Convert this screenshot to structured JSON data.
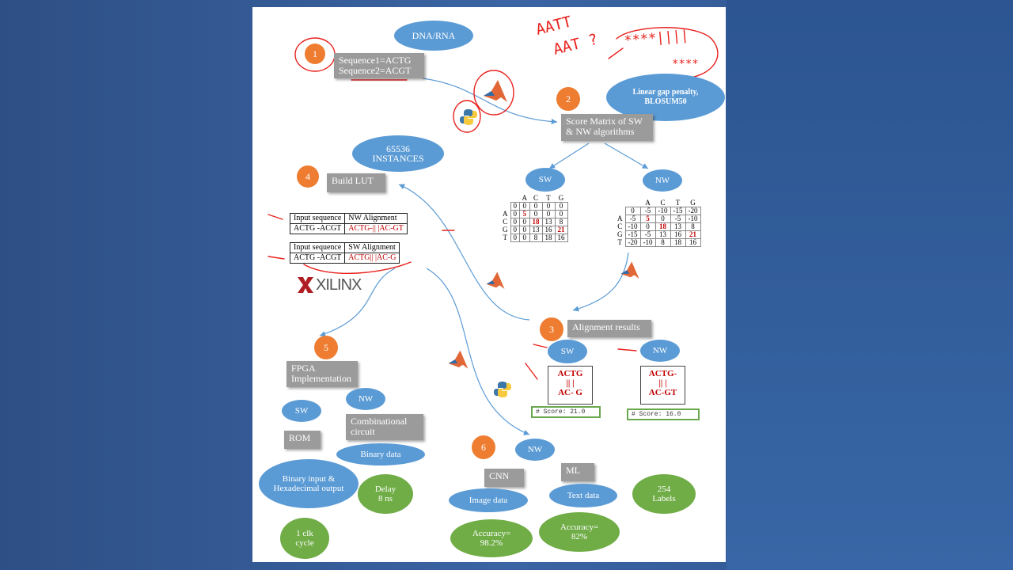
{
  "colors": {
    "orange": "#ee7d31",
    "blue": "#5b9bd5",
    "green": "#70ad47",
    "gray": "#9b9b9b",
    "red": "#c00000",
    "ink": "#e8231f"
  },
  "steps": {
    "s1": "1",
    "s2": "2",
    "s3": "3",
    "s4": "4",
    "s5": "5",
    "s6": "6"
  },
  "top": {
    "dna": "DNA/RNA",
    "seq1": "Sequence1=ACTG",
    "seq2": "Sequence2=ACGT",
    "penalty": "Linear gap penalty,",
    "blosum": "BLOSUM50",
    "score_matrix": "Score Matrix of SW & NW algorithms"
  },
  "lut": {
    "instances_count": "65536",
    "instances_label": "INSTANCES",
    "build": "Build LUT"
  },
  "nw_table": {
    "h1": "Input sequence",
    "h2": "NW Alignment",
    "c1": "ACTG -ACGT",
    "c2": "ACTG-|| |AC-GT"
  },
  "sw_table": {
    "h1": "Input sequence",
    "h2": "SW Alignment",
    "c1": "ACTG -ACGT",
    "c2": "ACTG|| |AC-G"
  },
  "logo": "XILINX",
  "sw_label": "SW",
  "nw_label": "NW",
  "sw_matrix": {
    "cols": [
      "A",
      "C",
      "T",
      "G"
    ],
    "rows": [
      "",
      "A",
      "C",
      "G",
      "T"
    ],
    "values": [
      [
        0,
        0,
        0,
        0,
        0
      ],
      [
        0,
        5,
        0,
        0,
        0
      ],
      [
        0,
        0,
        18,
        13,
        8
      ],
      [
        0,
        0,
        13,
        16,
        21
      ],
      [
        0,
        0,
        8,
        18,
        16
      ]
    ]
  },
  "nw_matrix": {
    "cols": [
      "A",
      "C",
      "T",
      "G"
    ],
    "rows": [
      "",
      "A",
      "C",
      "G",
      "T"
    ],
    "values": [
      [
        0,
        -5,
        -10,
        -15,
        -20
      ],
      [
        -5,
        5,
        0,
        -5,
        -10
      ],
      [
        -10,
        0,
        18,
        13,
        8
      ],
      [
        -15,
        -5,
        13,
        16,
        21
      ],
      [
        -20,
        -10,
        8,
        18,
        16
      ]
    ]
  },
  "results": {
    "title": "Alignment results",
    "sw": "SW",
    "nw": "NW",
    "sw_l1": "ACTG",
    "sw_l2": "|| |",
    "sw_l3": "AC- G",
    "nw_l1": "ACTG-",
    "nw_l2": "|| |",
    "nw_l3": "AC-GT",
    "sw_score": "# Score: 21.0",
    "nw_score": "# Score: 16.0"
  },
  "fpga": {
    "title": "FPGA Implementation",
    "sw": "SW",
    "nw": "NW",
    "rom": "ROM",
    "comb": "Combinational circuit",
    "binary": "Binary data",
    "io": "Binary input & Hexadecimal output",
    "delay": "Delay 8 ns",
    "clk": "1 clk cycle"
  },
  "ml": {
    "nw": "NW",
    "cnn": "CNN",
    "ml": "ML",
    "image": "Image data",
    "text": "Text data",
    "acc1": "Accuracy= 98.2%",
    "acc2": "Accuracy= 82%",
    "labels": "254 Labels"
  },
  "annotations": {
    "aatt": "AATT",
    "aat": "AAT ?",
    "stars": "****||||",
    "stars2": "****"
  }
}
